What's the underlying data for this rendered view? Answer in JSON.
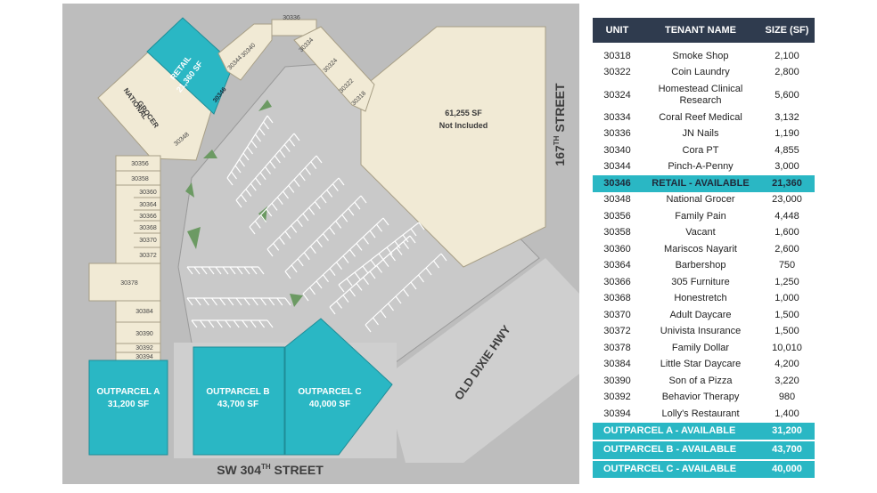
{
  "map": {
    "anchor_retail": {
      "line1": "RETAIL",
      "line2": "21,360 SF",
      "unit": "30346"
    },
    "national_grocer": {
      "line1": "NATIONAL",
      "line2": "GROCER",
      "unit": "30348"
    },
    "big_box": {
      "line1": "61,255 SF",
      "line2": "Not Included"
    },
    "outparcel_a": {
      "line1": "OUTPARCEL A",
      "line2": "31,200 SF"
    },
    "outparcel_b": {
      "line1": "OUTPARCEL B",
      "line2": "43,700 SF"
    },
    "outparcel_c": {
      "line1": "OUTPARCEL C",
      "line2": "40,000 SF"
    },
    "units": {
      "u30336": "30336",
      "u30334": "30334",
      "u30340": "30340",
      "u30344": "30344",
      "u30324": "30324",
      "u30322": "30322",
      "u30318": "30318",
      "u30356": "30356",
      "u30358": "30358",
      "u30360": "30360",
      "u30364": "30364",
      "u30366": "30366",
      "u30368": "30368",
      "u30370": "30370",
      "u30372": "30372",
      "u30378": "30378",
      "u30384": "30384",
      "u30390": "30390",
      "u30392": "30392",
      "u30394": "30394"
    },
    "streets": {
      "east_name": "167",
      "east_sup": "TH",
      "east_suffix": " STREET",
      "south_prefix": "SW 304",
      "south_sup": "TH",
      "south_suffix": " STREET",
      "diag": "OLD DIXIE HWY"
    }
  },
  "table": {
    "headers": [
      "UNIT",
      "TENANT NAME",
      "SIZE (SF)"
    ],
    "rows": [
      {
        "unit": "30318",
        "tenant": "Smoke Shop",
        "size": "2,100"
      },
      {
        "unit": "30322",
        "tenant": "Coin Laundry",
        "size": "2,800"
      },
      {
        "unit": "30324",
        "tenant": "Homestead Clinical Research",
        "size": "5,600"
      },
      {
        "unit": "30334",
        "tenant": "Coral Reef Medical",
        "size": "3,132"
      },
      {
        "unit": "30336",
        "tenant": "JN Nails",
        "size": "1,190"
      },
      {
        "unit": "30340",
        "tenant": "Cora PT",
        "size": "4,855"
      },
      {
        "unit": "30344",
        "tenant": "Pinch-A-Penny",
        "size": "3,000"
      },
      {
        "unit": "30346",
        "tenant": "RETAIL - AVAILABLE",
        "size": "21,360"
      },
      {
        "unit": "30348",
        "tenant": "National Grocer",
        "size": "23,000"
      },
      {
        "unit": "30356",
        "tenant": "Family Pain",
        "size": "4,448"
      },
      {
        "unit": "30358",
        "tenant": "Vacant",
        "size": "1,600"
      },
      {
        "unit": "30360",
        "tenant": "Mariscos Nayarit",
        "size": "2,600"
      },
      {
        "unit": "30364",
        "tenant": "Barbershop",
        "size": "750"
      },
      {
        "unit": "30366",
        "tenant": "305 Furniture",
        "size": "1,250"
      },
      {
        "unit": "30368",
        "tenant": "Honestretch",
        "size": "1,000"
      },
      {
        "unit": "30370",
        "tenant": "Adult Daycare",
        "size": "1,500"
      },
      {
        "unit": "30372",
        "tenant": "Univista Insurance",
        "size": "1,500"
      },
      {
        "unit": "30378",
        "tenant": "Family Dollar",
        "size": "10,010"
      },
      {
        "unit": "30384",
        "tenant": "Little Star Daycare",
        "size": "4,200"
      },
      {
        "unit": "30390",
        "tenant": "Son of a Pizza",
        "size": "3,220"
      },
      {
        "unit": "30392",
        "tenant": "Behavior Therapy",
        "size": "980"
      },
      {
        "unit": "30394",
        "tenant": "Lolly's Restaurant",
        "size": "1,400"
      }
    ],
    "outparcels": [
      {
        "label": "OUTPARCEL A - AVAILABLE",
        "size": "31,200"
      },
      {
        "label": "OUTPARCEL B - AVAILABLE",
        "size": "43,700"
      },
      {
        "label": "OUTPARCEL C - AVAILABLE",
        "size": "40,000"
      }
    ]
  },
  "colors": {
    "available": "#2ab7c4",
    "building": "#f1ead5",
    "lot": "#c9c9c9",
    "header": "#2f3b4e",
    "island": "#6c9a63"
  }
}
